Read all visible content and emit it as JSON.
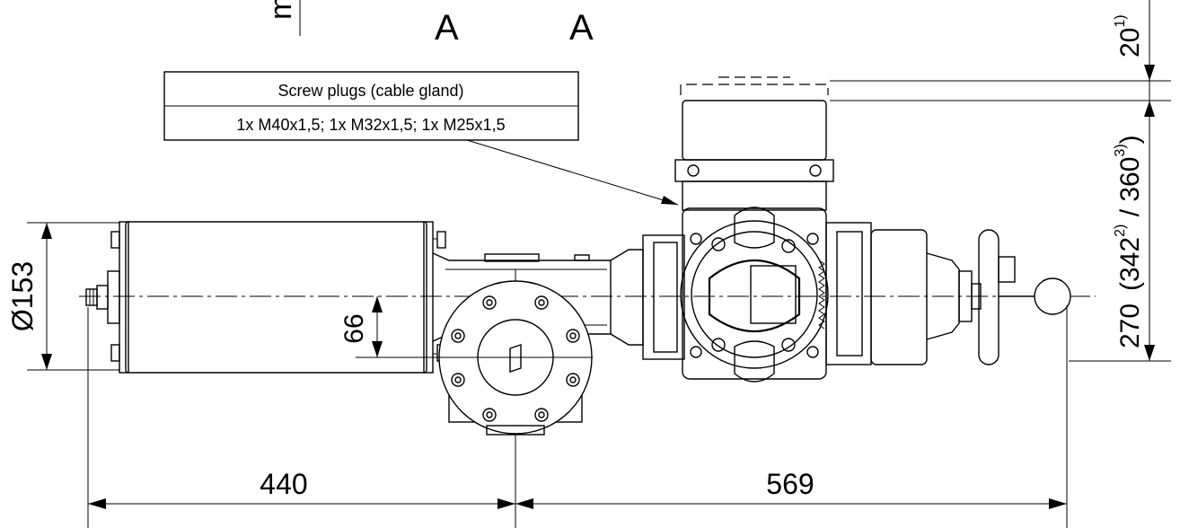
{
  "section_marks": {
    "left": "A",
    "right": "A",
    "edge_fragment": "m"
  },
  "callout": {
    "line1": "Screw plugs (cable gland)",
    "line2": "1x M40x1,5; 1x M32x1,5; 1x M25x1,5"
  },
  "dimensions": {
    "diameter": "Ø153",
    "offset": "66",
    "left_length": "440",
    "right_length": "569",
    "height_main": "270",
    "height_paren_open": "(",
    "height_alt1": "342",
    "height_alt1_note": "2)",
    "height_sep": " / ",
    "height_alt2": "360",
    "height_alt2_note": "3)",
    "height_paren_close": ")",
    "top_extra": "20",
    "top_extra_note": "1)"
  }
}
